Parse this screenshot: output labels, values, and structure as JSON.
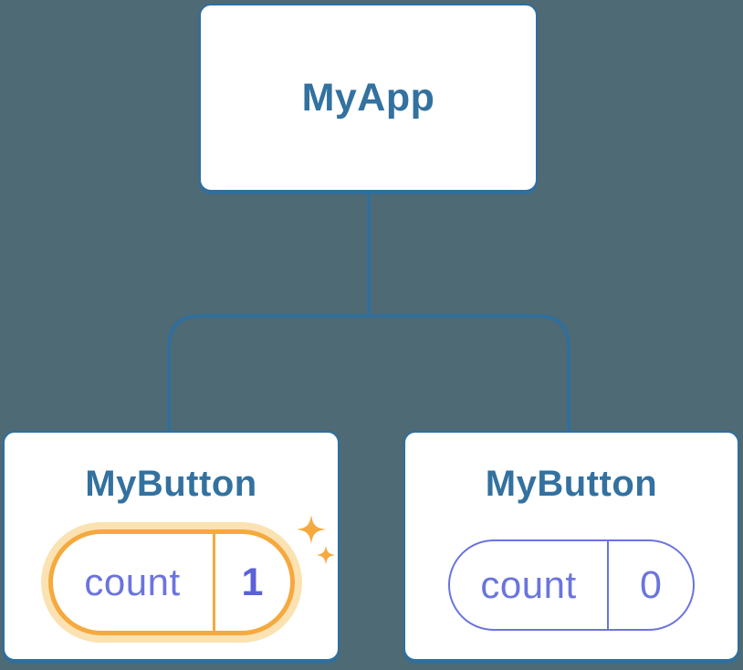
{
  "root_card": {
    "label": "MyApp"
  },
  "child_cards": [
    {
      "label": "MyButton",
      "state": {
        "key": "count",
        "value": "1"
      },
      "highlighted": true,
      "icon": "sparkles-icon"
    },
    {
      "label": "MyButton",
      "state": {
        "key": "count",
        "value": "0"
      },
      "highlighted": false
    }
  ],
  "colors": {
    "background": "#4D6A75",
    "card_fill": "#FFFFFF",
    "card_border": "#2E6F9F",
    "title_text": "#33719F",
    "connector": "#2E6F9F",
    "state_text": "#6B74DD",
    "state_value_highlight": "#5A62D6",
    "highlight_border": "#F5A93E",
    "highlight_glow": "#FBE2B2",
    "sparkle": "#F5A93E"
  }
}
